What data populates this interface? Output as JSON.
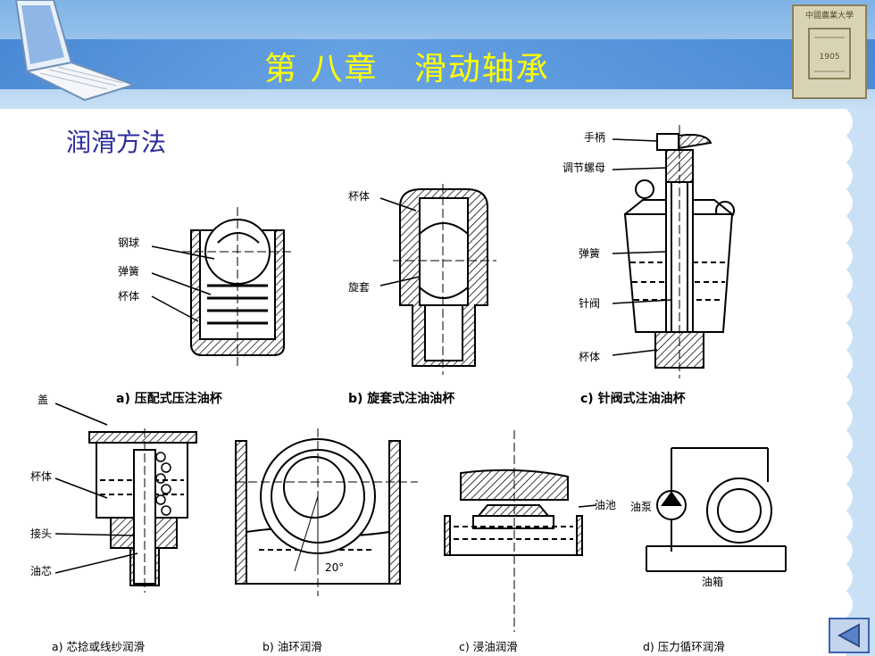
{
  "header": {
    "chapter_title": "第 八章   滑动轴承",
    "seal_text": "中國農業大學",
    "seal_year": "1905"
  },
  "section_title": "润滑方法",
  "top_row": {
    "fig_a": {
      "caption": "a) 压配式压注油杯",
      "labels": {
        "ball": "钢球",
        "spring": "弹簧",
        "body": "杯体"
      }
    },
    "fig_b": {
      "caption": "b) 旋套式注油油杯",
      "labels": {
        "body": "杯体",
        "sleeve": "旋套"
      }
    },
    "fig_c": {
      "caption": "c) 针阀式注油油杯",
      "labels": {
        "handle": "手柄",
        "nut": "调节螺母",
        "spring": "弹簧",
        "needle": "针阀",
        "body": "杯体"
      }
    }
  },
  "bottom_row": {
    "fig_a": {
      "caption": "a) 芯捻或线纱润滑",
      "labels": {
        "lid": "盖",
        "body": "杯体",
        "joint": "接头",
        "wick": "油芯"
      }
    },
    "fig_b": {
      "caption": "b) 油环润滑",
      "angle": "20°"
    },
    "fig_c": {
      "caption": "c) 浸油润滑",
      "labels": {
        "pool": "油池"
      }
    },
    "fig_d": {
      "caption": "d) 压力循环润滑",
      "labels": {
        "pump": "油泵",
        "tank": "油箱"
      }
    }
  },
  "colors": {
    "title": "#ffff00",
    "section": "#2c2c9c",
    "banner": "#4a8ad8"
  },
  "nav": {
    "icon": "back-arrow-icon"
  }
}
